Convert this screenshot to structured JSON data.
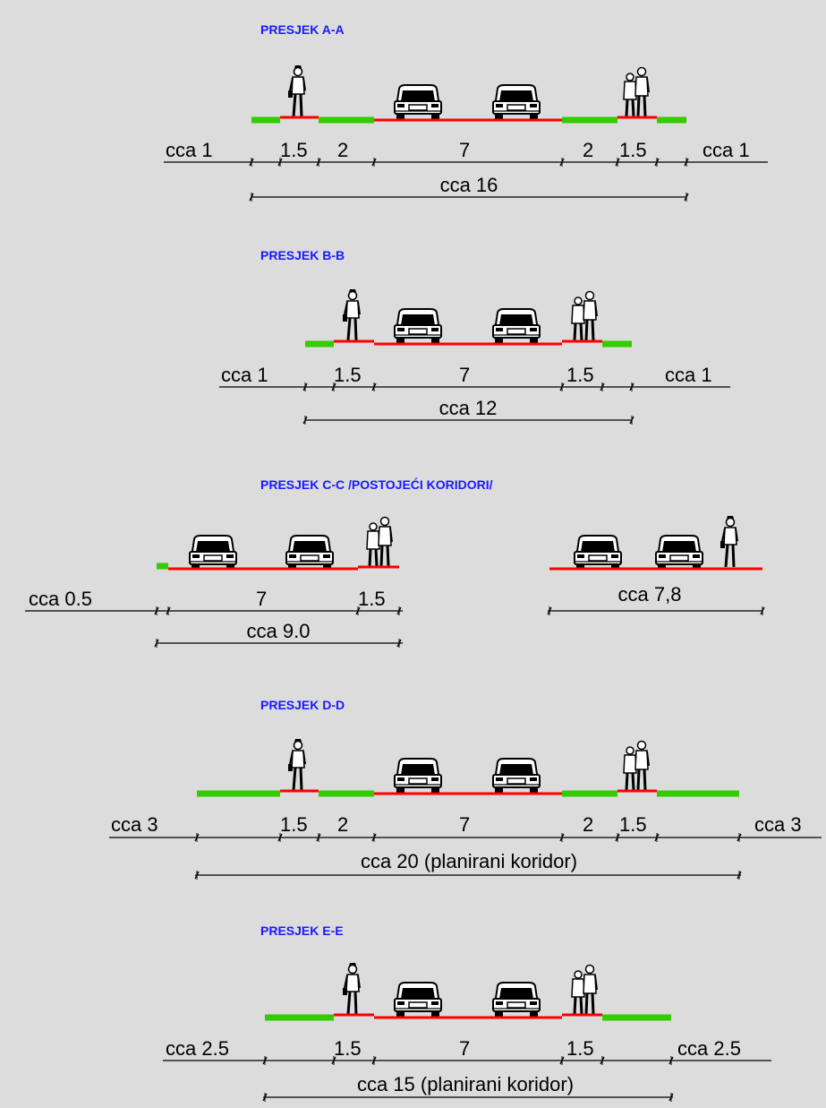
{
  "sections": {
    "a": {
      "title": "PRESJEK A-A",
      "labels": [
        "cca 1",
        "1.5",
        "2",
        "7",
        "2",
        "1.5",
        "cca 1"
      ],
      "total": "cca 16"
    },
    "b": {
      "title": "PRESJEK B-B",
      "labels": [
        "cca 1",
        "1.5",
        "7",
        "1.5",
        "cca 1"
      ],
      "total": "cca 12"
    },
    "c": {
      "title": "PRESJEK C-C /POSTOJEĆI KORIDORI/",
      "left": {
        "labels": [
          "cca 0.5",
          "7",
          "1.5"
        ],
        "total": "cca 9.0"
      },
      "right": {
        "total": "cca 7,8"
      }
    },
    "d": {
      "title": "PRESJEK D-D",
      "labels": [
        "cca 3",
        "1.5",
        "2",
        "7",
        "2",
        "1.5",
        "cca 3"
      ],
      "total": "cca 20 (planirani koridor)"
    },
    "e": {
      "title": "PRESJEK E-E",
      "labels": [
        "cca 2.5",
        "1.5",
        "7",
        "1.5",
        "cca 2.5"
      ],
      "total": "cca 15 (planirani koridor)"
    }
  },
  "colors": {
    "title": "#1a1aff",
    "road_line": "#ff0000",
    "green_strip": "#33cc00",
    "background": "#dcdcdc"
  },
  "icons": [
    "pedestrian-icon",
    "pedestrian-couple-icon",
    "car-rear-icon"
  ]
}
